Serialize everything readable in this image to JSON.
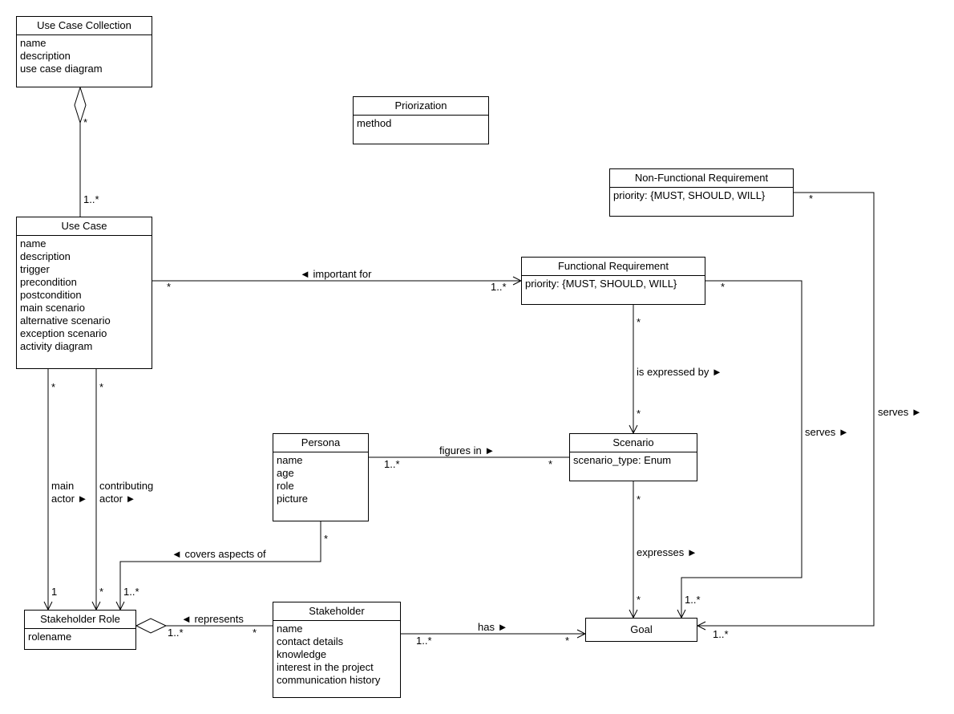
{
  "classes": {
    "use_case_collection": {
      "title": "Use Case Collection",
      "attributes": [
        "name",
        "description",
        "use case diagram"
      ]
    },
    "priorization": {
      "title": "Priorization",
      "attributes": [
        "method"
      ]
    },
    "non_functional_requirement": {
      "title": "Non-Functional Requirement",
      "attributes": [
        "priority: {MUST, SHOULD, WILL}"
      ]
    },
    "use_case": {
      "title": "Use Case",
      "attributes": [
        "name",
        "description",
        "trigger",
        "precondition",
        "postcondition",
        "main scenario",
        "alternative scenario",
        "exception scenario",
        "activity diagram"
      ]
    },
    "functional_requirement": {
      "title": "Functional Requirement",
      "attributes": [
        "priority: {MUST, SHOULD, WILL}"
      ]
    },
    "persona": {
      "title": "Persona",
      "attributes": [
        "name",
        "age",
        "role",
        "picture"
      ]
    },
    "scenario": {
      "title": "Scenario",
      "attributes": [
        "scenario_type: Enum"
      ]
    },
    "stakeholder_role": {
      "title": "Stakeholder Role",
      "attributes": [
        "rolename"
      ]
    },
    "stakeholder": {
      "title": "Stakeholder",
      "attributes": [
        "name",
        "contact details",
        "knowledge",
        "interest in the project",
        "communication history"
      ]
    },
    "goal": {
      "title": "Goal",
      "attributes": []
    }
  },
  "associations": {
    "collection_usecase": {
      "mult_collection": "*",
      "mult_usecase": "1..*"
    },
    "important_for": {
      "label": "◄ important for",
      "mult_usecase": "*",
      "mult_fr": "1..*"
    },
    "is_expressed_by": {
      "label": "is expressed by ►",
      "mult_fr": "*",
      "mult_scenario": "*"
    },
    "figures_in": {
      "label": "figures in ►",
      "mult_persona": "1..*",
      "mult_scenario": "*"
    },
    "expresses": {
      "label": "expresses ►",
      "mult_scenario": "*",
      "mult_goal": "*"
    },
    "fr_serves": {
      "label": "serves ►",
      "mult_fr": "*",
      "mult_goal": "1..*"
    },
    "nfr_serves": {
      "label": "serves ►",
      "mult_nfr": "*",
      "mult_goal": "1..*"
    },
    "main_actor": {
      "label_line1": "main",
      "label_line2": "actor ►",
      "mult_usecase": "*",
      "mult_role": "1"
    },
    "contributing_actor": {
      "label_line1": "contributing",
      "label_line2": "actor ►",
      "mult_usecase": "*",
      "mult_role": "*"
    },
    "covers_aspects_of": {
      "label": "◄ covers aspects of",
      "mult_persona": "*",
      "mult_role": "1..*"
    },
    "represents": {
      "label": "◄ represents",
      "mult_role": "1..*",
      "mult_stakeholder": "*"
    },
    "has": {
      "label": "has ►",
      "mult_stakeholder": "1..*",
      "mult_goal": "*"
    }
  }
}
